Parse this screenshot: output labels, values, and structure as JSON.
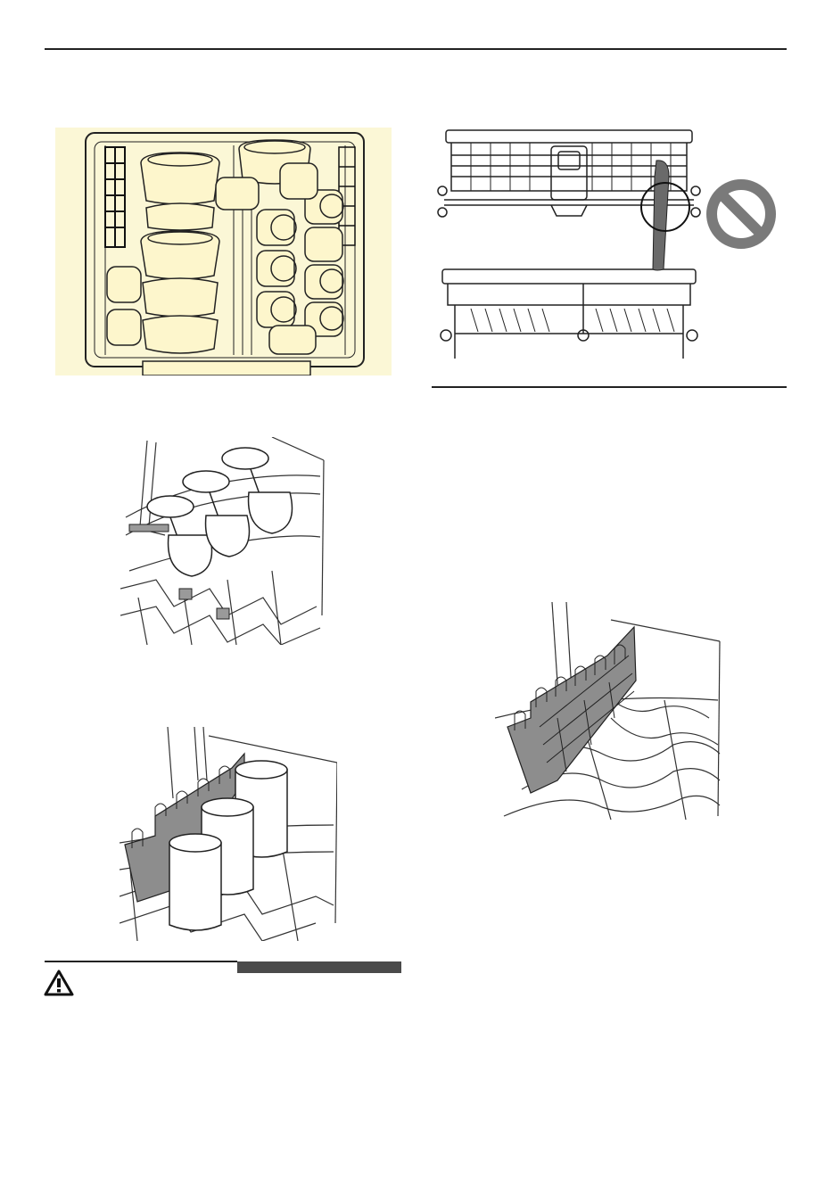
{
  "page": {
    "figures": [
      {
        "name": "upper-rack-loading-diagram"
      },
      {
        "name": "racks-side-view-diagram"
      },
      {
        "name": "wine-glass-holder-diagram"
      },
      {
        "name": "tall-glass-holder-diagram"
      },
      {
        "name": "folding-tine-diagram"
      }
    ],
    "icons": [
      "prohibited-icon",
      "warning-icon"
    ],
    "colors": {
      "highlight_background": "#fbf7d6",
      "dish_fill": "#fdf6cc",
      "line": "#222222",
      "prohibit_gray": "#7a7a7a",
      "caution_bar": "#4a4a4a"
    }
  }
}
